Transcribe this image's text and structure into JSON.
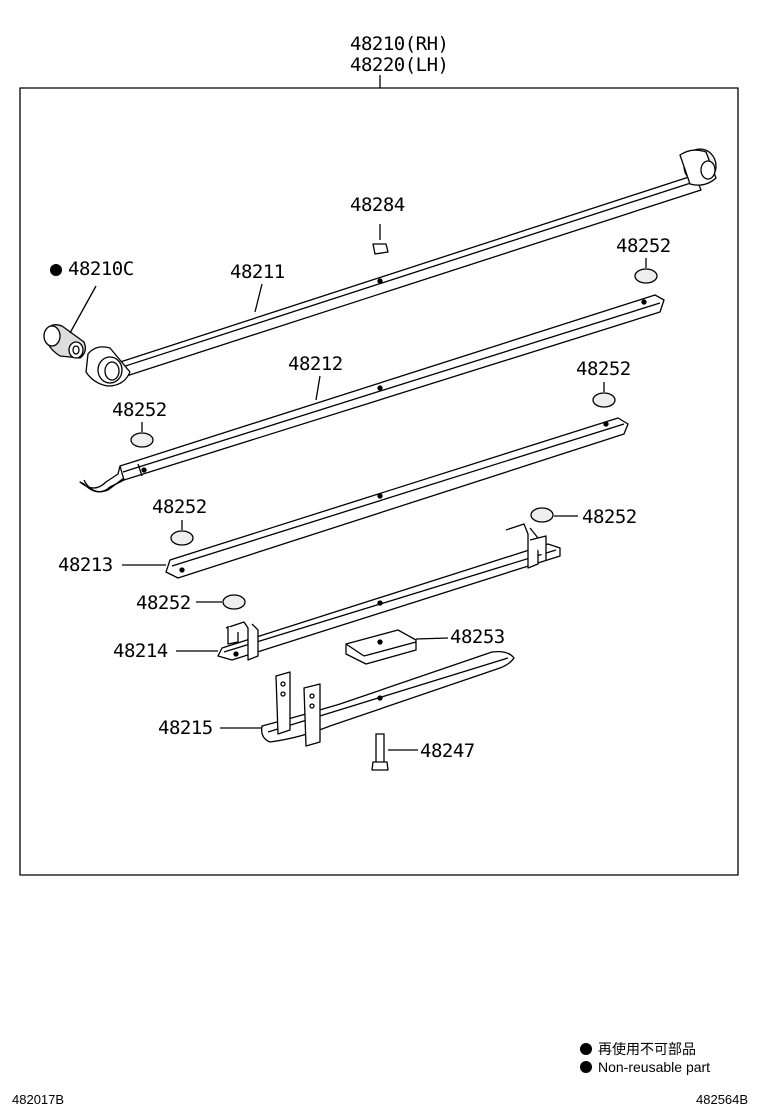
{
  "title": {
    "line1": "48210(RH)",
    "line2": "48220(LH)"
  },
  "parts": {
    "p48284": "48284",
    "p48210C": "48210C",
    "p48211": "48211",
    "p48252_a": "48252",
    "p48212": "48212",
    "p48252_b": "48252",
    "p48252_c": "48252",
    "p48252_d": "48252",
    "p48252_e": "48252",
    "p48213": "48213",
    "p48252_f": "48252",
    "p48214": "48214",
    "p48253": "48253",
    "p48215": "48215",
    "p48247": "48247"
  },
  "legend": {
    "jp": "再使用不可部品",
    "en": "Non-reusable part"
  },
  "footer": {
    "left": "482017B",
    "right": "482564B"
  }
}
